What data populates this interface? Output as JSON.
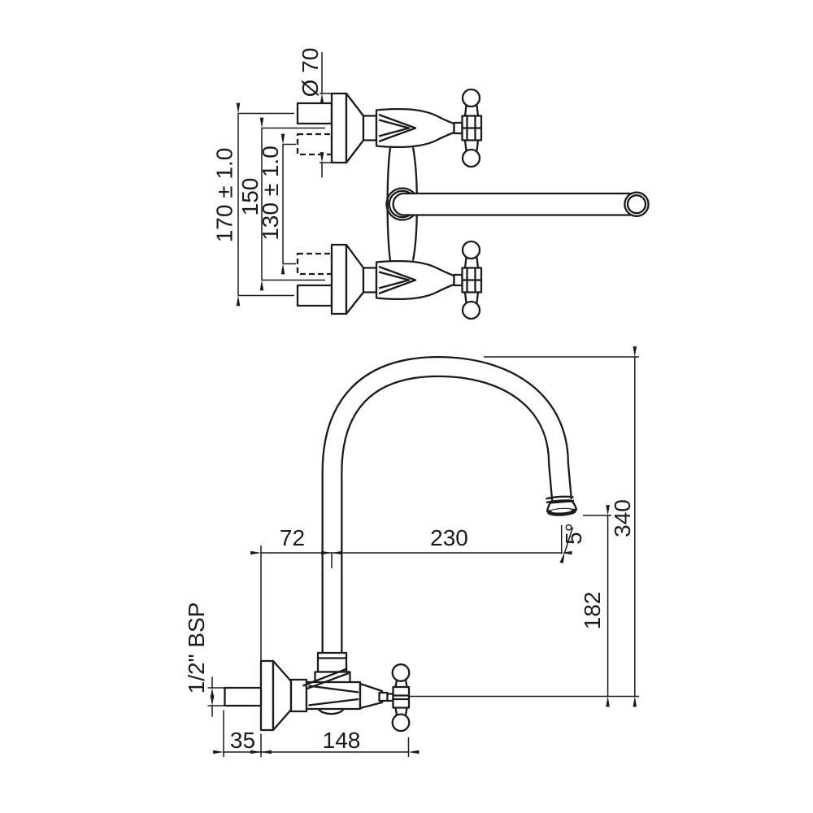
{
  "drawing": {
    "kind": "faucet-installation-dimension-drawing",
    "colors": {
      "line": "#1b1b1b",
      "background": "#ffffff"
    },
    "top_view": {
      "dimensions": {
        "flange_diameter": "Ø 70",
        "outer_inlet_spacing": "170 ± 1.0",
        "valve_axis_spacing": "150",
        "inner_inlet_spacing": "130 ± 1.0"
      }
    },
    "side_view": {
      "dimensions": {
        "wall_to_riser_axis": "72",
        "riser_axis_to_outlet": "230",
        "outlet_angle": "5°",
        "outlet_height": "182",
        "total_height": "340",
        "thread_size": "1/2\" BSP",
        "wall_projection": "35",
        "body_length": "148"
      }
    }
  }
}
